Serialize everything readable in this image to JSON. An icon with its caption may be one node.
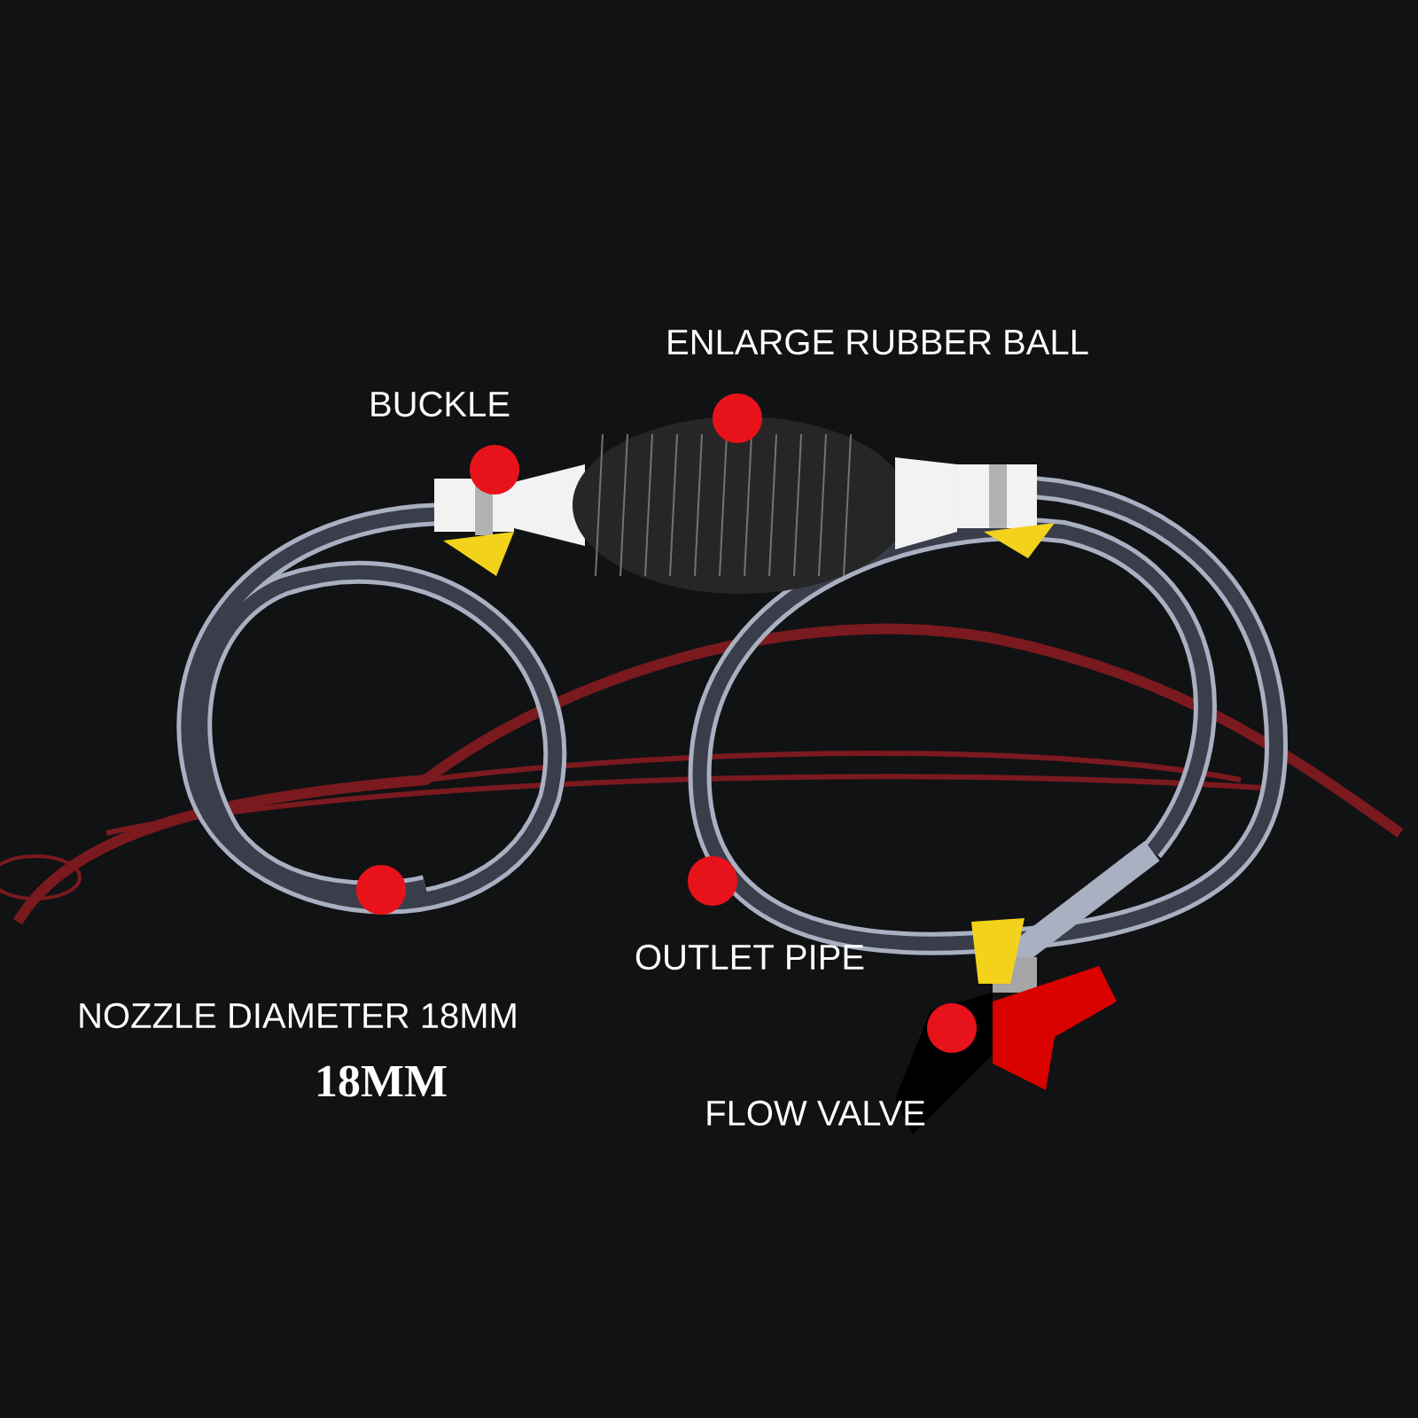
{
  "diagram": {
    "labels": [
      "ENLARGE RUBBER BALL",
      "BUCKLE",
      "NOZZLE DIAMETER 18MM",
      "OUTLET PIPE",
      "18MM",
      "FLOW VALVE"
    ]
  }
}
